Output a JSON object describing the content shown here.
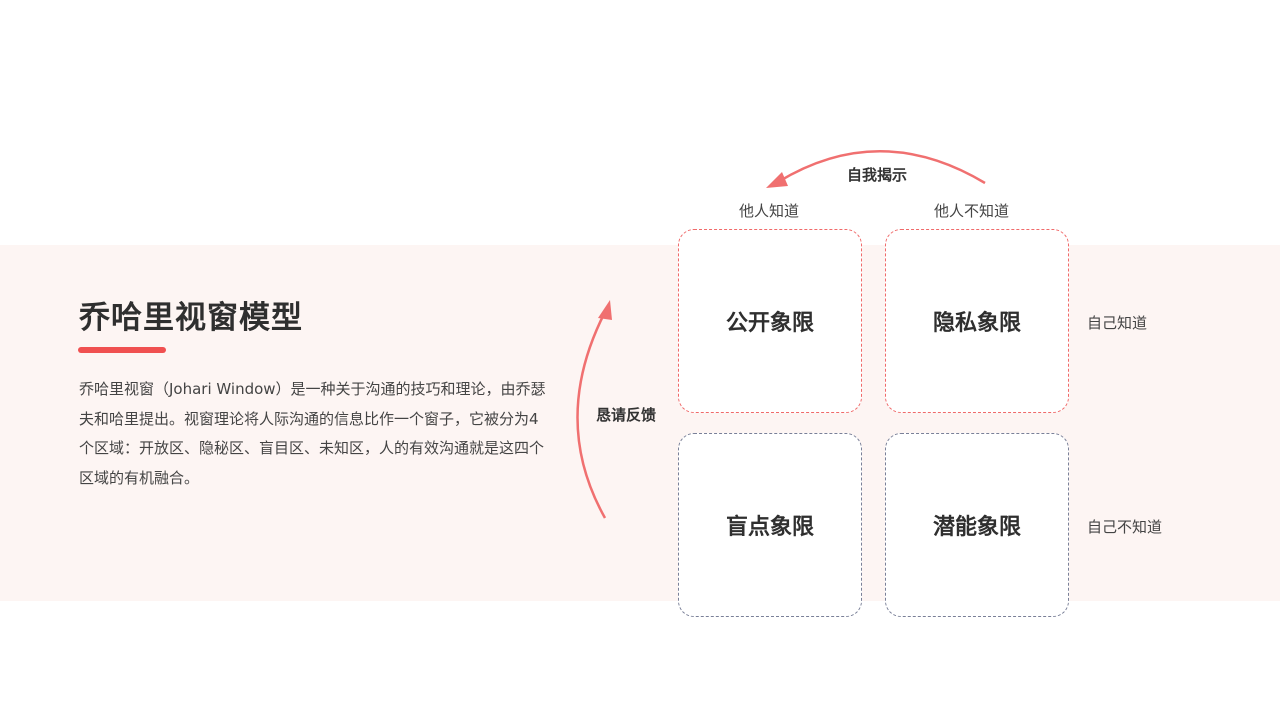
{
  "title": "乔哈里视窗模型",
  "description": "乔哈里视窗（Johari Window）是一种关于沟通的技巧和理论，由乔瑟夫和哈里提出。视窗理论将人际沟通的信息比作一个窗子，它被分为4个区域：开放区、隐秘区、盲目区、未知区，人的有效沟通就是这四个区域的有机融合。",
  "arrows": {
    "top": "自我揭示",
    "left": "恳请反馈"
  },
  "columns": [
    "他人知道",
    "他人不知道"
  ],
  "rows": [
    "自己知道",
    "自己不知道"
  ],
  "quadrants": [
    "公开象限",
    "隐私象限",
    "盲点象限",
    "潜能象限"
  ],
  "colors": {
    "accent": "#f05050",
    "arrow": "#f07070",
    "band": "#fdf5f3",
    "lower_border": "#7a8098"
  }
}
